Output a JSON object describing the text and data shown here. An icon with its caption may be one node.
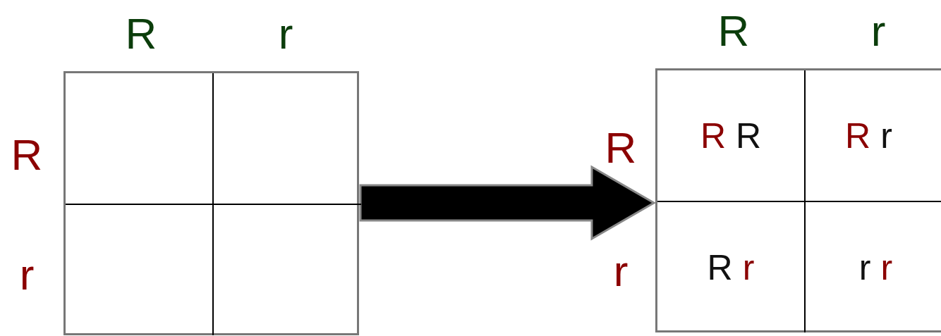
{
  "diagram": {
    "nodes": [
      {
        "text": [],
        "shape": "box"
      },
      {
        "text": [],
        "shape": "box",
        "in": 0
      },
      {
        "text": [],
        "shape": "box",
        "in": 0
      },
      {
        "text": [],
        "shape": "box",
        "in": 0
      },
      {
        "text": [],
        "shape": "box",
        "in": 0
      },
      {
        "text": [],
        "shape": "box"
      },
      {
        "text": [
          "R",
          "R"
        ],
        "in": 5
      },
      {
        "text": [
          "R",
          "r"
        ],
        "in": 5
      },
      {
        "text": [
          "R",
          "r"
        ],
        "in": 5
      },
      {
        "text": [
          "r",
          "r"
        ],
        "in": 5
      }
    ],
    "edges": [
      {
        "from": 0,
        "to": 5,
        "arrow": "to"
      }
    ],
    "labels": [
      "R",
      "r",
      "R",
      "r",
      "R",
      "R",
      "r",
      "r"
    ]
  }
}
